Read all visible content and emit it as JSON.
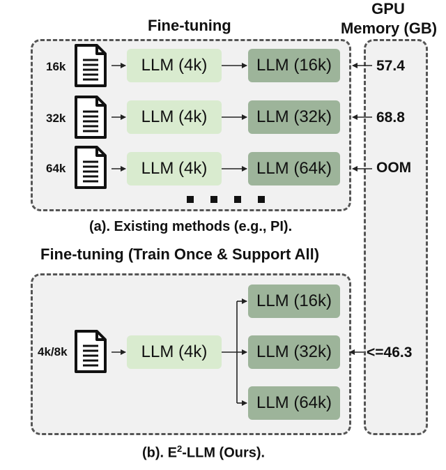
{
  "header": {
    "gpu_line1": "GPU",
    "gpu_line2": "Memory (GB)",
    "top_title": "Fine-tuning"
  },
  "part_a": {
    "rows": [
      {
        "length": "16k",
        "base": "LLM (4k)",
        "target": "LLM (16k)",
        "memory": "57.4"
      },
      {
        "length": "32k",
        "base": "LLM (4k)",
        "target": "LLM (32k)",
        "memory": "68.8"
      },
      {
        "length": "64k",
        "base": "LLM (4k)",
        "target": "LLM (64k)",
        "memory": "OOM"
      }
    ],
    "caption": "(a). Existing methods (e.g., PI)."
  },
  "part_b": {
    "title": "Fine-tuning (Train Once & Support All)",
    "length": "4k/8k",
    "base": "LLM (4k)",
    "targets": [
      "LLM (16k)",
      "LLM (32k)",
      "LLM (64k)"
    ],
    "memory": "<=46.3",
    "caption_prefix": "(b). E",
    "caption_sup": "2",
    "caption_suffix": "-LLM (Ours)."
  },
  "icons": {
    "document": "document-icon"
  },
  "colors": {
    "light_box": "#d9ebcf",
    "dark_box": "#9db49a",
    "panel": "#f1f1f1",
    "border": "#555555"
  }
}
